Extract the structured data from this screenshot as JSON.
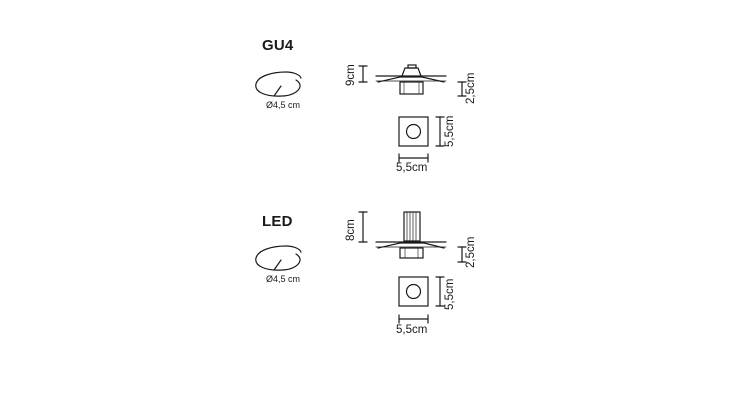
{
  "variants": [
    {
      "title": "GU4",
      "cutout_diameter": "Ø4,5 cm",
      "height_above_ceiling": "9cm",
      "recess_depth": "2,5cm",
      "face_width": "5,5cm",
      "face_height": "5,5cm"
    },
    {
      "title": "LED",
      "cutout_diameter": "Ø4,5 cm",
      "height_above_ceiling": "8cm",
      "recess_depth": "2,5cm",
      "face_width": "5,5cm",
      "face_height": "5,5cm"
    }
  ]
}
